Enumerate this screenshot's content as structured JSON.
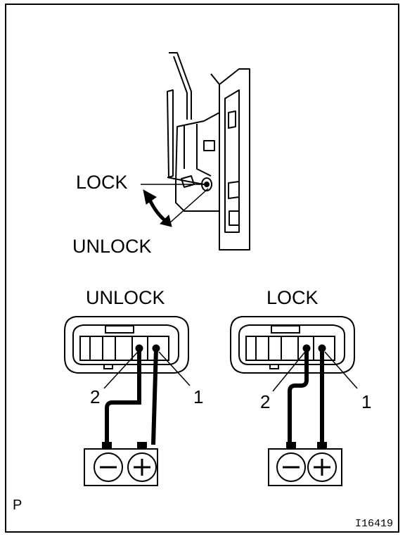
{
  "top_labels": {
    "lock": "LOCK",
    "unlock": "UNLOCK"
  },
  "connectors": [
    {
      "state": "UNLOCK",
      "pin_left": "2",
      "pin_right": "1",
      "battery_negative": "⊖",
      "battery_positive": "⊕"
    },
    {
      "state": "LOCK",
      "pin_left": "2",
      "pin_right": "1",
      "battery_negative": "⊖",
      "battery_positive": "⊕"
    }
  ],
  "corner_letter": "P",
  "figure_code": "I16419",
  "colors": {
    "ink": "#000000",
    "paper": "#ffffff"
  }
}
